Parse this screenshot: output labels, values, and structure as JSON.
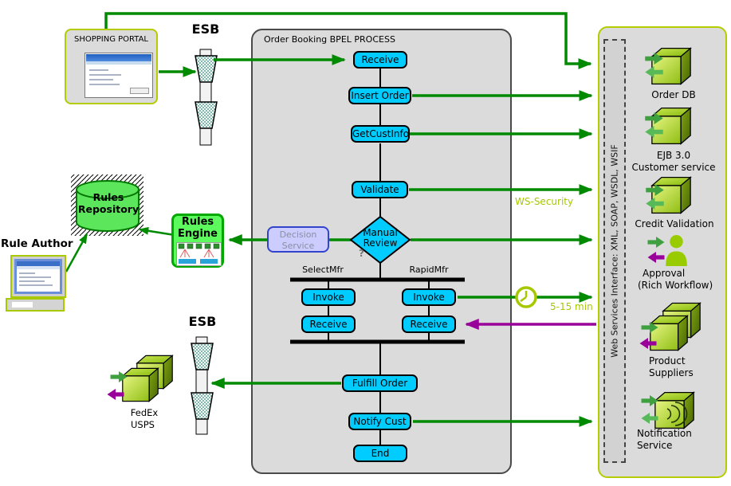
{
  "portal": {
    "label": "SHOPPING PORTAL"
  },
  "esb": {
    "top_label": "ESB",
    "bottom_label": "ESB"
  },
  "bpel": {
    "title": "Order Booking BPEL PROCESS",
    "receive": "Receive",
    "insert_order": "Insert Order",
    "get_cust_info": "GetCustInfo",
    "validate": "Validate",
    "manual_review": {
      "line1": "Manual",
      "line2": "Review",
      "suffix": "?"
    },
    "branch_left": "SelectMfr",
    "branch_right": "RapidMfr",
    "invoke": "Invoke",
    "receive2": "Receive",
    "fulfill_order": "Fulfill Order",
    "notify_cust": "Notify Cust",
    "end": "End"
  },
  "decision_service": {
    "line1": "Decision",
    "line2": "Service"
  },
  "rules": {
    "author_label": "Rule Author",
    "repository": {
      "line1": "Rules",
      "line2": "Repository"
    },
    "engine": {
      "line1": "Rules",
      "line2": "Engine"
    }
  },
  "shipping": {
    "line1": "FedEx",
    "line2": "USPS"
  },
  "annotations": {
    "ws_security": "WS-Security",
    "duration": "5-15 min"
  },
  "ws_panel": {
    "bar_label": "Web Services Interface: XML, SOAP, WSDL, WSIF",
    "order_db": "Order DB",
    "ejb_line1": "EJB 3.0",
    "ejb_line2": "Customer service",
    "credit": "Credit Validation",
    "approval_line1": "Approval",
    "approval_line2": "(Rich Workflow)",
    "suppliers_line1": "Product",
    "suppliers_line2": "Suppliers",
    "notification_line1": "Notification",
    "notification_line2": "Service"
  },
  "colors": {
    "arrow_green": "#008A00",
    "arrow_purple": "#990099",
    "activity_fill": "#00CCFF",
    "lime_text": "#A6C800",
    "panel_border": "#B4CC00"
  }
}
